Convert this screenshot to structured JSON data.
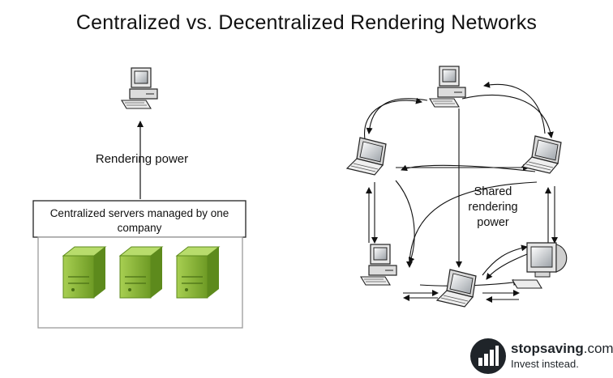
{
  "title": "Centralized vs. Decentralized Rendering Networks",
  "centralized": {
    "arrow_label": "Rendering power",
    "box_label": "Centralized servers managed by one company"
  },
  "decentralized": {
    "center_label": "Shared rendering power"
  },
  "logo": {
    "name_bold": "stopsaving",
    "name_suffix": ".com",
    "tagline": "Invest instead."
  },
  "colors": {
    "server_green": "#8dbb3a",
    "server_dark": "#5d8a1c",
    "logo_dark": "#1f2429"
  }
}
